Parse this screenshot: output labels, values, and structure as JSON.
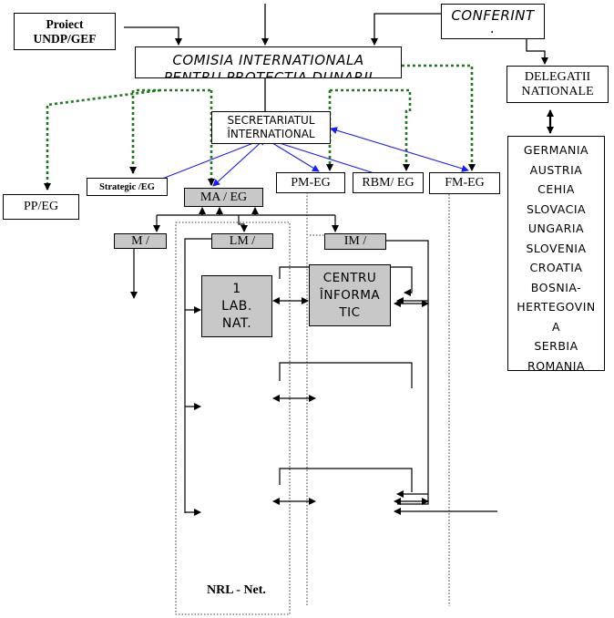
{
  "boxes": {
    "proiect": "Proiect UNDP/GEF",
    "conferint": "CONFERINT",
    "conferint_dot": ".",
    "comisia_line1": "COMISIA INTERNATIONALA",
    "comisia_line2": "PENTRU PROTECTIA DUNARII",
    "delegatii": "DELEGATII NATIONALE",
    "secretariat": "SECRETARIATUL ÎNTERNATIONAL",
    "pp_eg": "PP/EG",
    "strategic_eg": "Strategic /EG",
    "ma_eg": "MA / EG",
    "pm_eg": "PM-EG",
    "rbm_eg": "RBM/ EG",
    "fm_eg": "FM-EG",
    "m": "M /",
    "lm": "LM /",
    "im": "IM /",
    "lab": "1 LAB. NAT.",
    "centru": "CENTRU ÎNFORMA TIC",
    "nrl": "NRL - Net."
  },
  "countries": [
    "GERMANIA",
    "AUSTRIA",
    "CEHIA",
    "SLOVACIA",
    "UNGARIA",
    "SLOVENIA",
    "CROATIA",
    "BOSNIA-",
    "HERTEGOVIN",
    "A",
    "SERBIA",
    "ROMANIA"
  ],
  "colors": {
    "dotted_green": "#1f7a1f",
    "arrow_blue": "#1a1aff",
    "grey_box": "#c8c8c8"
  }
}
